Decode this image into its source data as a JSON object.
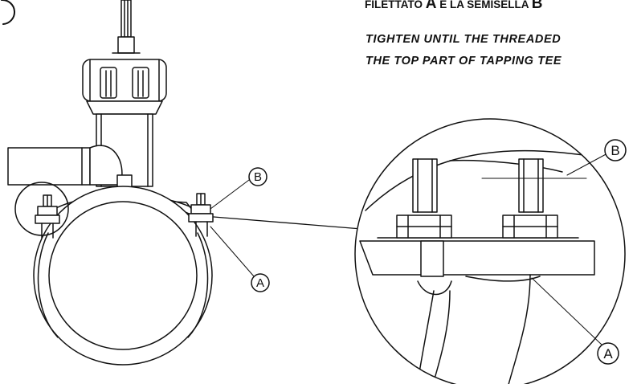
{
  "header": {
    "italian_prefix": "FILETTATO ",
    "italian_letter_a": "A",
    "italian_mid": " E LA SEMISELLA ",
    "italian_letter_b": "B"
  },
  "instructions": {
    "english_line1": "TIGHTEN UNTIL THE THREADED",
    "english_line2": "THE TOP PART OF TAPPING TEE"
  },
  "callouts": {
    "left_b": "B",
    "left_a": "A",
    "detail_b": "B",
    "detail_a": "A"
  }
}
